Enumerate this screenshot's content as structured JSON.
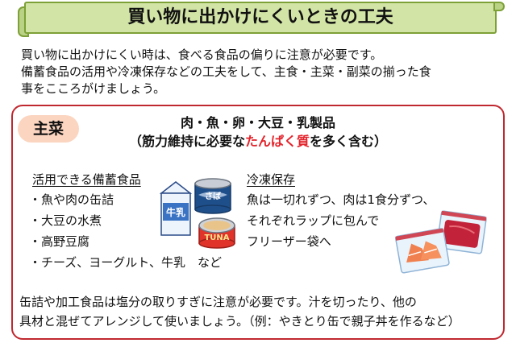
{
  "title": "買い物に出かけにくいときの工夫",
  "intro": [
    "買い物に出かけにくい時は、食べる食品の偏りに注意が必要です。",
    "備蓄食品の活用や冷凍保存などの工夫をして、主食・主菜・副菜の揃った食",
    "事をこころがけましょう。"
  ],
  "section": {
    "badge": "主菜",
    "foods": "肉・魚・卵・大豆・乳製品",
    "sub_before": "（筋力維持に必要な",
    "sub_highlight": "たんぱく質",
    "sub_after": "を多く含む）",
    "highlight_color": "#e3232b",
    "stock": {
      "heading": "活用できる備蓄食品",
      "items": [
        "・魚や肉の缶詰",
        "・大豆の水煮",
        "・高野豆腐",
        "・チーズ、ヨーグルト、牛乳　など"
      ]
    },
    "frozen": {
      "heading": "冷凍保存",
      "lines": [
        "魚は一切れずつ、肉は1食分ずつ、",
        "それぞれラップに包んで",
        "フリーザー袋へ"
      ]
    },
    "note": [
      "缶詰や加工食品は塩分の取りすぎに注意が必要です。汁を切ったり、他の",
      "具材と混ぜてアレンジして使いましょう。（例：やきとり缶で親子丼を作るなど）"
    ]
  },
  "illustrations": {
    "milk_label": "牛乳",
    "saba_label": "さば",
    "tuna_label": "TUNA"
  },
  "colors": {
    "banner_fill": "#d2e4a6",
    "banner_border": "#7da037",
    "box_border": "#c0282f",
    "badge_fill": "#fbd5c0"
  }
}
